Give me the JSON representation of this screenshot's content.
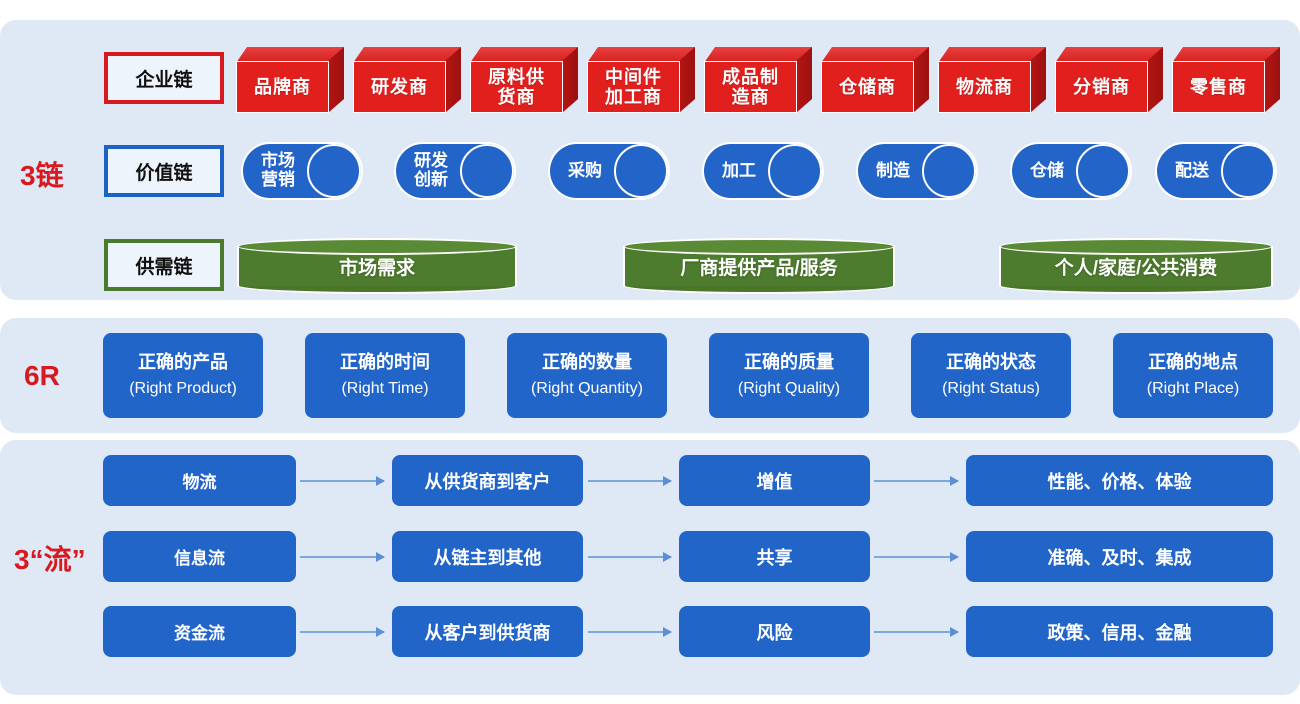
{
  "groups": {
    "chains_label": "3链",
    "six_r_label": "6R",
    "flows_label": "3“流”"
  },
  "chains": {
    "enterprise": {
      "key": "企业链",
      "key_color": "#d71920",
      "node_color": "#e1201e",
      "nodes": [
        {
          "label": "品牌商"
        },
        {
          "label": "研发商"
        },
        {
          "label": "原料供\n货商"
        },
        {
          "label": "中间件\n加工商"
        },
        {
          "label": "成品制\n造商"
        },
        {
          "label": "仓储商"
        },
        {
          "label": "物流商"
        },
        {
          "label": "分销商"
        },
        {
          "label": "零售商"
        }
      ]
    },
    "value": {
      "key": "价值链",
      "key_color": "#1a63c4",
      "node_color": "#2264c7",
      "nodes": [
        {
          "label": "市场\n营销"
        },
        {
          "label": "研发\n创新"
        },
        {
          "label": "采购"
        },
        {
          "label": "加工"
        },
        {
          "label": "制造"
        },
        {
          "label": "仓储"
        },
        {
          "label": "配送"
        }
      ]
    },
    "supply_demand": {
      "key": "供需链",
      "key_color": "#4a7a2c",
      "node_color": "#4e7c2e",
      "nodes": [
        {
          "label": "市场需求"
        },
        {
          "label": "厂商提供产品/服务"
        },
        {
          "label": "个人/家庭/公共消费"
        }
      ]
    }
  },
  "six_r": {
    "accent": "#2265c8",
    "items": [
      {
        "cn": "正确的产品",
        "en": "(Right Product)"
      },
      {
        "cn": "正确的时间",
        "en": "(Right Time)"
      },
      {
        "cn": "正确的数量",
        "en": "(Right Quantity)"
      },
      {
        "cn": "正确的质量",
        "en": "(Right Quality)"
      },
      {
        "cn": "正确的状态",
        "en": "(Right Status)"
      },
      {
        "cn": "正确的地点",
        "en": "(Right Place)"
      }
    ]
  },
  "flows": {
    "accent": "#2265c8",
    "arrow_color": "#7ea7de",
    "rows": [
      {
        "name": "物流",
        "path": "从供货商到客户",
        "effect": "增值",
        "attributes": "性能、价格、体验"
      },
      {
        "name": "信息流",
        "path": "从链主到其他",
        "effect": "共享",
        "attributes": "准确、及时、集成"
      },
      {
        "name": "资金流",
        "path": "从客户到供货商",
        "effect": "风险",
        "attributes": "政策、信用、金融"
      }
    ]
  },
  "theme": {
    "panel_bg": "#dfe9f6",
    "page_bg": "#ffffff",
    "red": "#d71920",
    "blue": "#2265c8",
    "green": "#4e7c2e"
  }
}
